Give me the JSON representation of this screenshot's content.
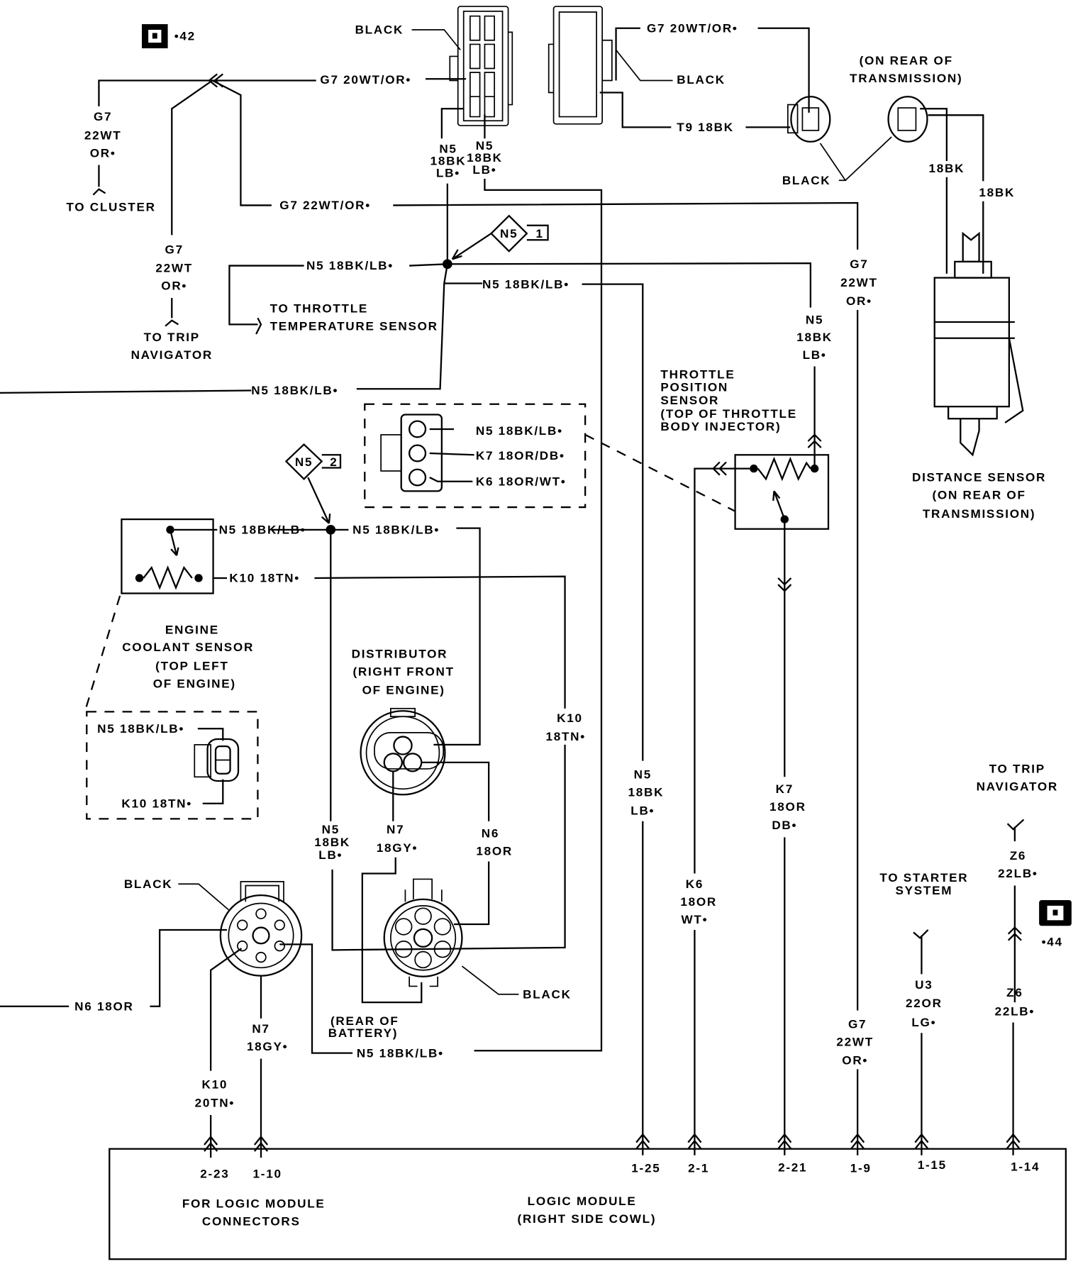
{
  "icons": [
    "connector-ref-icon",
    "splice-icon",
    "connector-icon",
    "terminal-arrow-icon",
    "sensor-icon",
    "resistor-icon"
  ],
  "refs": {
    "ref42": "•42",
    "ref44": "•44"
  },
  "splices": {
    "s1": "N5",
    "s1n": "1",
    "s2": "N5",
    "s2n": "2"
  },
  "labels": {
    "black_top": "BLACK",
    "g7_20_left": "G7 20WT/OR•",
    "g7_20_right": "G7 20WT/OR•",
    "black_mid": "BLACK",
    "t9": "T9 18BK",
    "on_rear_top": [
      "(ON REAR OF",
      "TRANSMISSION)"
    ],
    "black_pair": "BLACK",
    "bk1": "18BK",
    "bk2": "18BK",
    "g7_cluster": [
      "G7",
      "22WT",
      "OR•"
    ],
    "to_cluster": "TO CLUSTER",
    "n5_a": [
      "N5",
      "18BK",
      "LB•"
    ],
    "n5_b": [
      "N5",
      "18BK",
      "LB•"
    ],
    "g7_22_horiz": "G7 22WT/OR•",
    "g7_trip": [
      "G7",
      "22WT",
      "OR•"
    ],
    "to_trip_left": [
      "TO TRIP",
      "NAVIGATOR"
    ],
    "n5_throttle_temp": "N5 18BK/LB•",
    "to_throttle_temp": [
      "TO THROTTLE",
      "TEMPERATURE SENSOR"
    ],
    "n5_mid": "N5 18BK/LB•",
    "g7_right_top": [
      "G7",
      "22WT",
      "OR•"
    ],
    "n5_tps": [
      "N5",
      "18BK",
      "LB•"
    ],
    "n5_left_long": "N5 18BK/LB•",
    "tps_title": [
      "THROTTLE",
      "POSITION",
      "SENSOR",
      "(TOP OF THROTTLE",
      "BODY INJECTOR)"
    ],
    "distance_sensor": [
      "DISTANCE SENSOR",
      "(ON REAR OF",
      "TRANSMISSION)"
    ],
    "tps_conn_n5": "N5 18BK/LB•",
    "tps_conn_k7": "K7 18OR/DB•",
    "tps_conn_k6": "K6 18OR/WT•",
    "n5_coolant": "N5 18BK/LB•",
    "n5_dist": "N5 18BK/LB•",
    "k10_18": "K10 18TN•",
    "coolant_title": [
      "ENGINE",
      "COOLANT SENSOR",
      "(TOP LEFT",
      "OF ENGINE)"
    ],
    "distributor_title": [
      "DISTRIBUTOR",
      "(RIGHT FRONT",
      "OF ENGINE)"
    ],
    "k10_vert": [
      "K10",
      "18TN•"
    ],
    "cool_box_n5": "N5 18BK/LB•",
    "cool_box_k10": "K10 18TN•",
    "n5_col": [
      "N5",
      "18BK",
      "LB•"
    ],
    "k7_col": [
      "K7",
      "18OR",
      "DB•"
    ],
    "k6_col": [
      "K6",
      "18OR",
      "WT•"
    ],
    "to_trip_right": [
      "TO TRIP",
      "NAVIGATOR"
    ],
    "z6_top": [
      "Z6",
      "22LB•"
    ],
    "to_starter": [
      "TO STARTER",
      "SYSTEM"
    ],
    "n5_dist_vert": [
      "N5",
      "18BK",
      "LB•"
    ],
    "n7_dist": [
      "N7",
      "18GY•"
    ],
    "n6_dist": [
      "N6",
      "18OR"
    ],
    "black_left_conn": "BLACK",
    "black_right_conn": "BLACK",
    "n6_left": "N6 18OR",
    "rear_battery": [
      "(REAR OF",
      "BATTERY)"
    ],
    "n7_bottom": [
      "N7",
      "18GY•"
    ],
    "n5_bottom": "N5 18BK/LB•",
    "k10_20": [
      "K10",
      "20TN•"
    ],
    "g7_bottom": [
      "G7",
      "22WT",
      "OR•"
    ],
    "u3": [
      "U3",
      "22OR",
      "LG•"
    ],
    "z6_bottom": [
      "Z6",
      "22LB•"
    ]
  },
  "logic_module": {
    "pins": [
      "2-23",
      "1-10",
      "1-25",
      "2-1",
      "2-21",
      "1-9",
      "1-15",
      "1-14"
    ],
    "note": [
      "FOR LOGIC MODULE",
      "CONNECTORS"
    ],
    "title": [
      "LOGIC MODULE",
      "(RIGHT SIDE COWL)"
    ]
  }
}
